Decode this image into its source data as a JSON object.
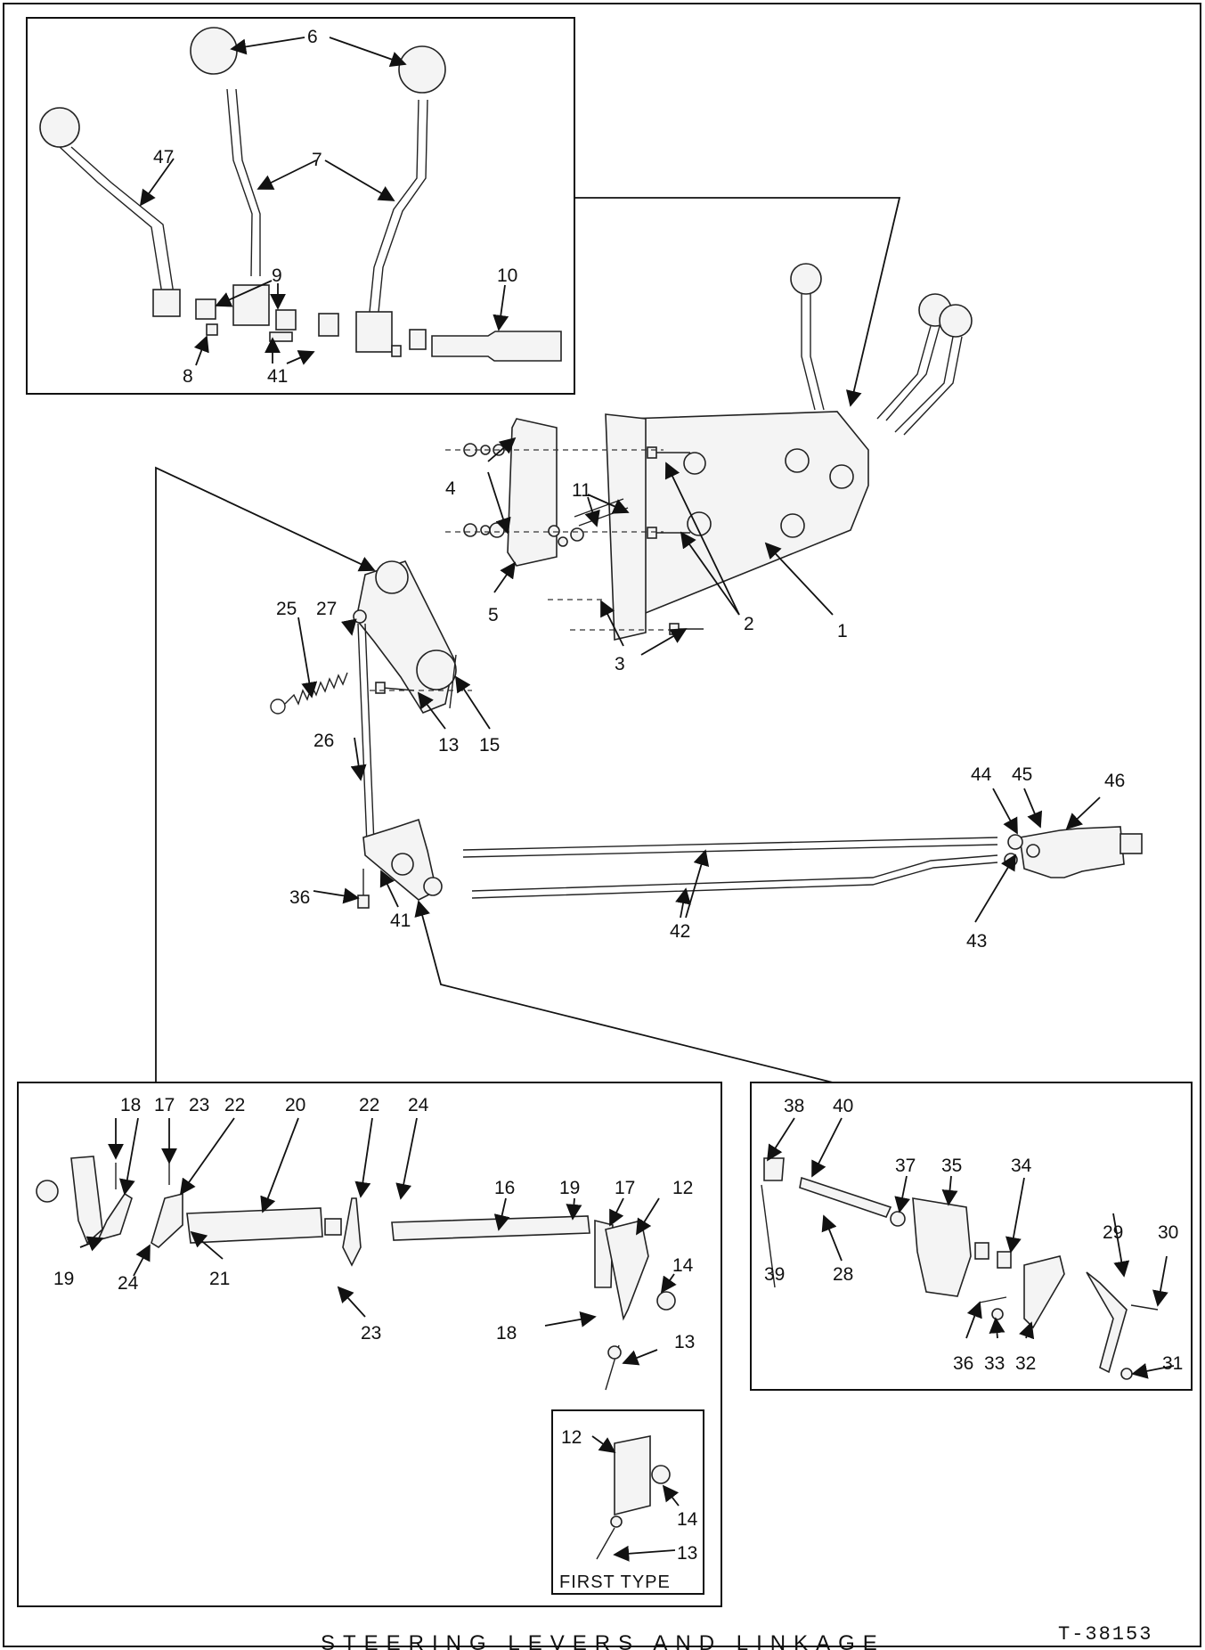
{
  "caption": "STEERING LEVERS AND LINKAGE",
  "figure_code": "T-38153",
  "inset_first_type_label": "FIRST TYPE",
  "callouts": {
    "c1": "1",
    "c2": "2",
    "c3": "3",
    "c4": "4",
    "c5": "5",
    "c6": "6",
    "c7": "7",
    "c8": "8",
    "c9": "9",
    "c10": "10",
    "c11": "11",
    "c12": "12",
    "c13": "13",
    "c14": "14",
    "c15": "15",
    "c16": "16",
    "c17": "17",
    "c18": "18",
    "c19": "19",
    "c20": "20",
    "c21": "21",
    "c22": "22",
    "c23": "23",
    "c24": "24",
    "c25": "25",
    "c26": "26",
    "c27": "27",
    "c28": "28",
    "c29": "29",
    "c30": "30",
    "c31": "31",
    "c32": "32",
    "c33": "33",
    "c34": "34",
    "c35": "35",
    "c36": "36",
    "c37": "37",
    "c38": "38",
    "c39": "39",
    "c40": "40",
    "c41": "41",
    "c42": "42",
    "c43": "43",
    "c44": "44",
    "c45": "45",
    "c46": "46",
    "c47": "47"
  }
}
